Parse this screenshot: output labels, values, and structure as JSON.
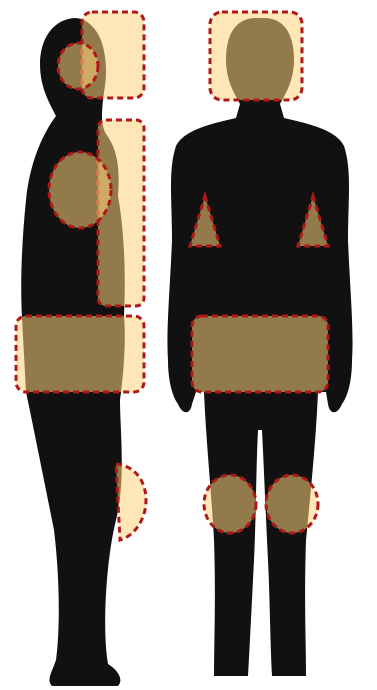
{
  "colors": {
    "background": "#ffffff",
    "silhouette": "#111111",
    "zone_fill": "#ffd27a",
    "zone_opacity": 0.55,
    "zone_stroke": "#b01818"
  },
  "figures": [
    {
      "name": "side-view-figure",
      "zones": [
        {
          "name": "zone-side-head",
          "shape": "ellipse"
        },
        {
          "name": "zone-side-head-back",
          "shape": "rect"
        },
        {
          "name": "zone-side-chest",
          "shape": "ellipse"
        },
        {
          "name": "zone-side-back",
          "shape": "rect"
        },
        {
          "name": "zone-side-pelvis",
          "shape": "rect"
        },
        {
          "name": "zone-side-calf",
          "shape": "semicircle"
        }
      ]
    },
    {
      "name": "back-view-figure",
      "zones": [
        {
          "name": "zone-back-head",
          "shape": "rect"
        },
        {
          "name": "zone-back-left-shoulder",
          "shape": "triangle"
        },
        {
          "name": "zone-back-right-shoulder",
          "shape": "triangle"
        },
        {
          "name": "zone-back-pelvis",
          "shape": "rect"
        },
        {
          "name": "zone-back-left-knee",
          "shape": "ellipse"
        },
        {
          "name": "zone-back-right-knee",
          "shape": "ellipse"
        }
      ]
    }
  ]
}
